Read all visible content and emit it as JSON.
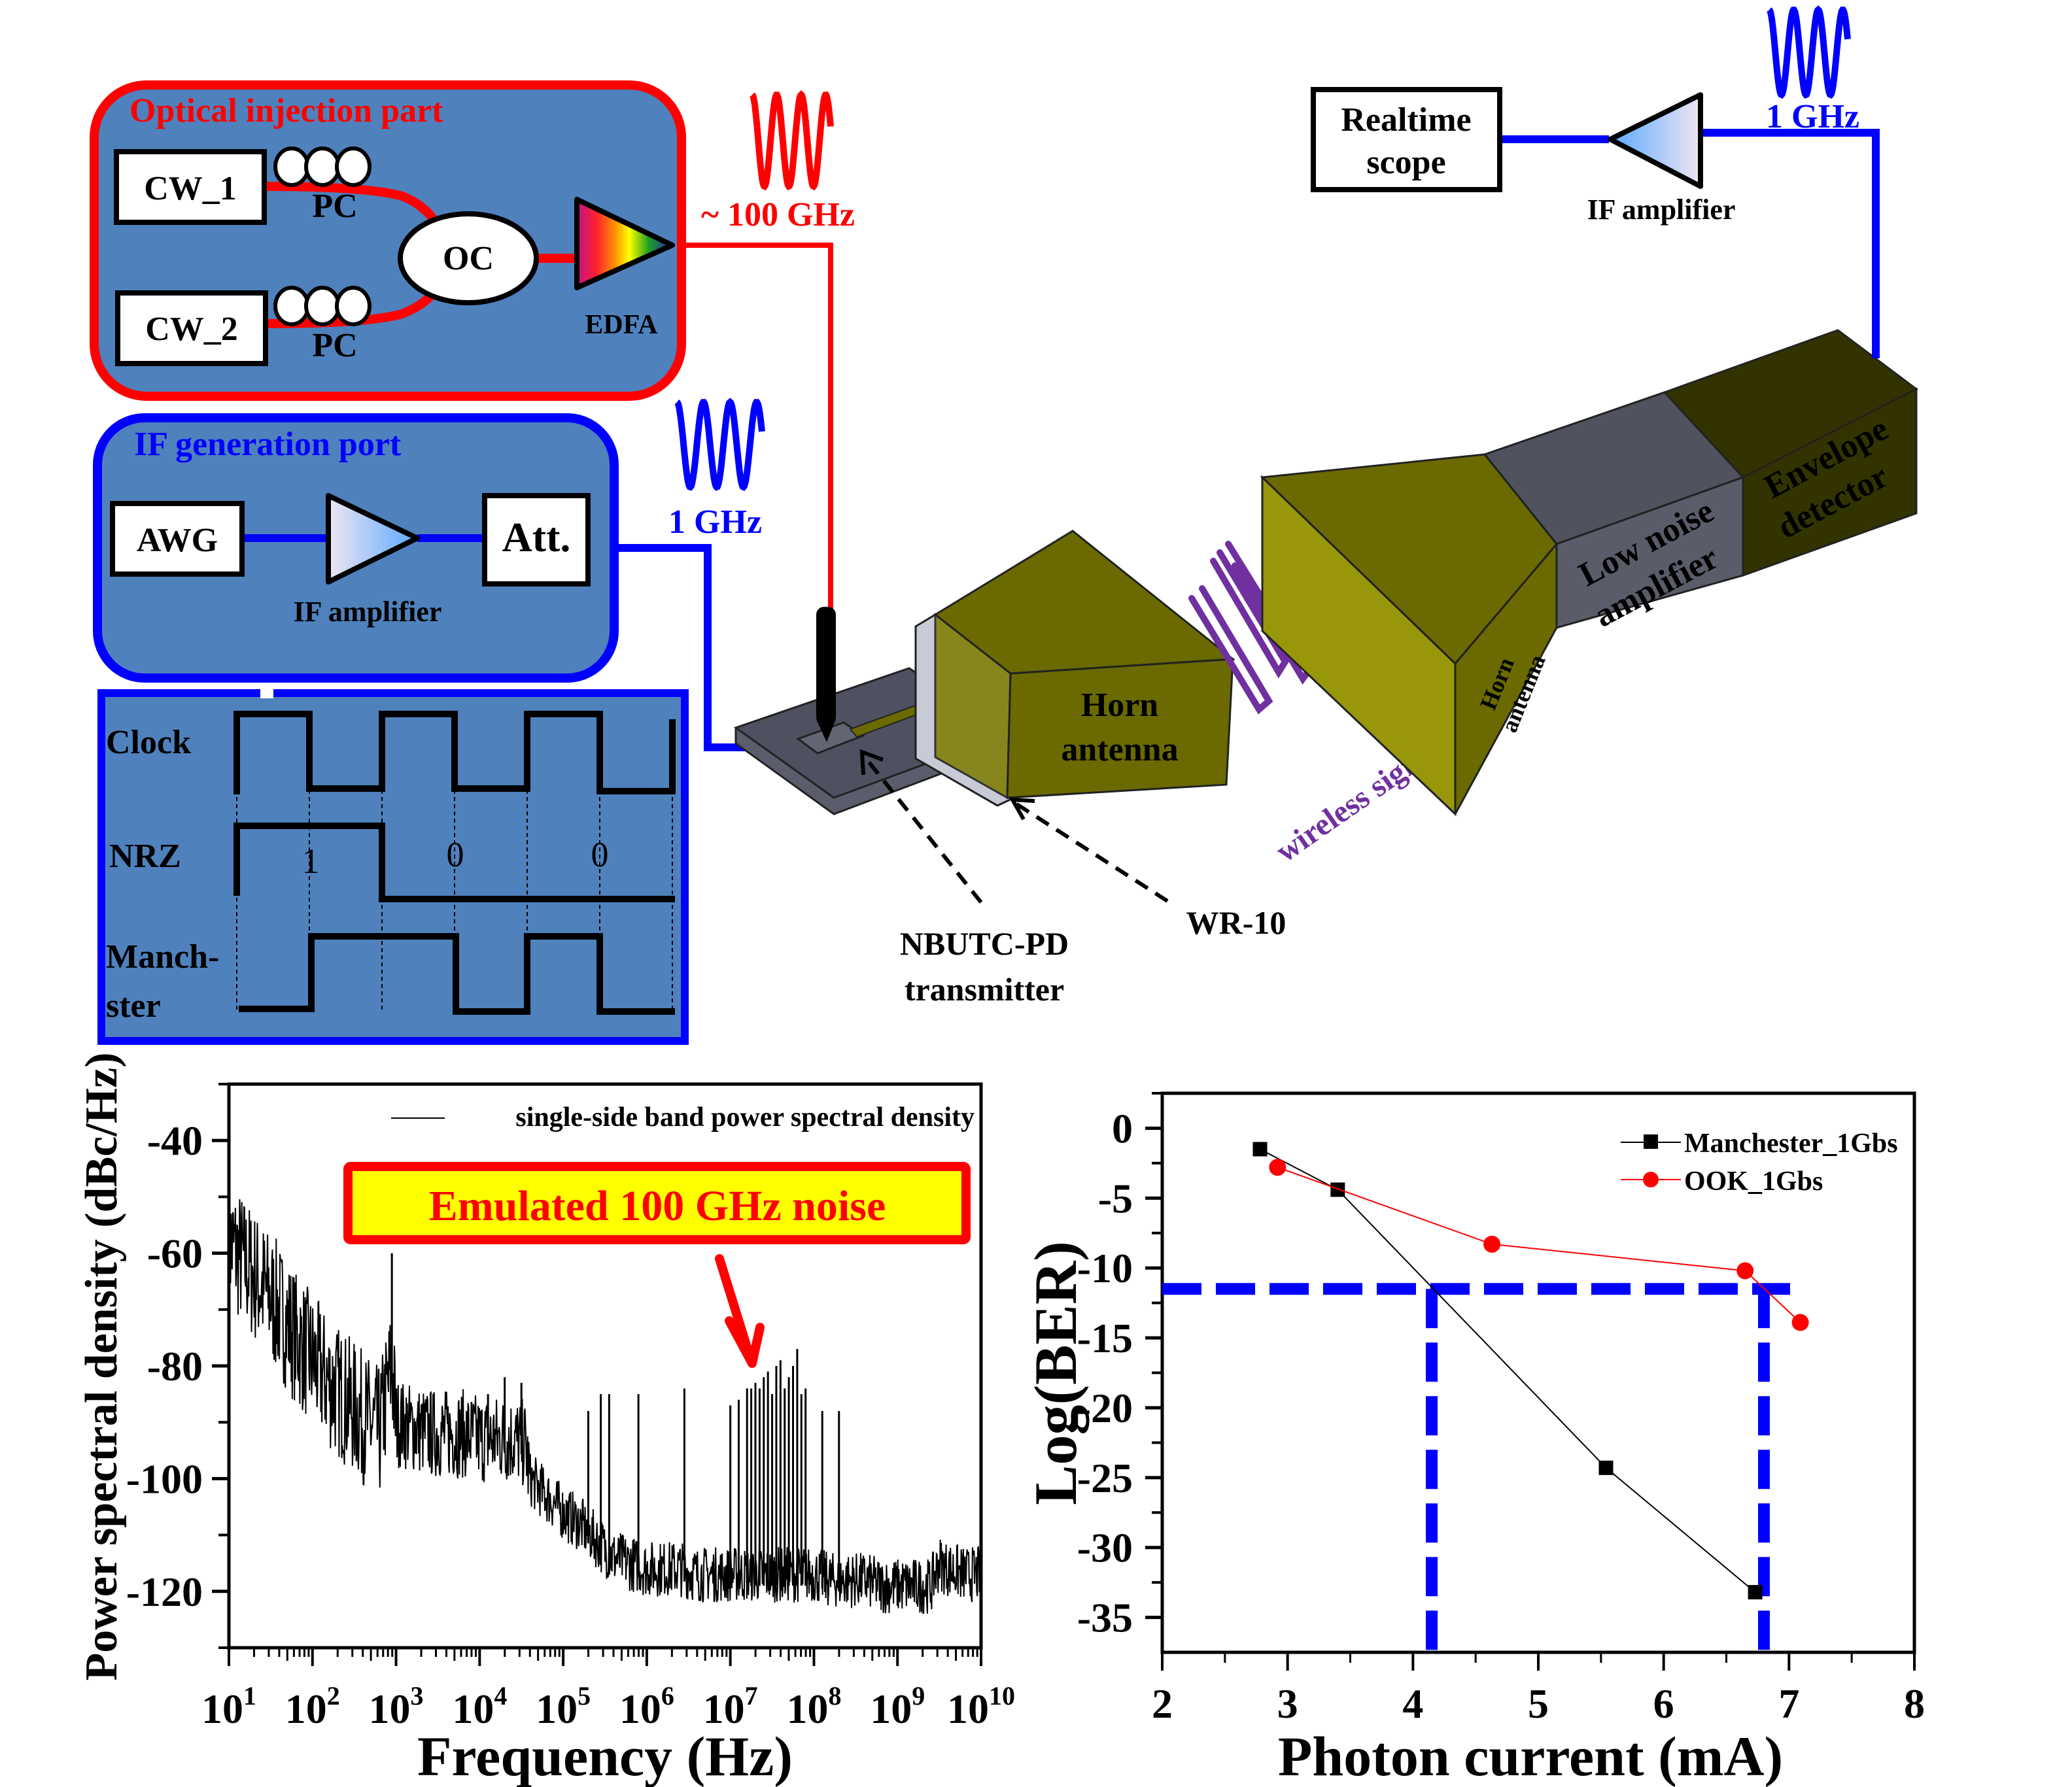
{
  "colors": {
    "panel_fill": "#4f81bd",
    "optical_border": "#ff0000",
    "if_border": "#0000ff",
    "signal_blue": "#0000ff",
    "signal_red": "#ff0000",
    "wireless_purple": "#7030a0",
    "horn_light": "#979709",
    "horn_dark": "#6a6a00",
    "horn_darker": "#333300",
    "lna_gray": "#50525e",
    "callout_fill": "#ffff00"
  },
  "diagram": {
    "optical": {
      "title": "Optical injection part",
      "cw1": "CW_1",
      "cw2": "CW_2",
      "pc1": "PC",
      "pc2": "PC",
      "oc": "OC",
      "edfa": "EDFA",
      "freq_label": "~ 100 GHz"
    },
    "if_gen": {
      "title": "IF generation port",
      "awg": "AWG",
      "amp_label": "IF amplifier",
      "att": "Att.",
      "freq_label": "1 GHz"
    },
    "waveforms": {
      "clock": "Clock",
      "nrz": "NRZ",
      "manch_1": "Manch-",
      "manch_2": "ster",
      "bits": [
        "1",
        "0",
        "0"
      ]
    },
    "transmitter": {
      "horn_1": "Horn",
      "horn_2": "antenna",
      "pd_1": "NBUTC-PD",
      "pd_2": "transmitter",
      "wr10": "WR-10",
      "wireless": "wireless signal"
    },
    "receiver": {
      "horn_1": "Horn",
      "horn_2": "antenna",
      "lna_1": "Low noise",
      "lna_2": "amplifier",
      "env_1": "Envelope",
      "env_2": "detector",
      "scope_1": "Realtime",
      "scope_2": "scope",
      "amp_label": "IF amplifier",
      "freq_label": "1 GHz"
    }
  },
  "chart_data": [
    {
      "type": "line",
      "title": "",
      "xlabel": "Frequency (Hz)",
      "ylabel": "Power spectral density (dBc/Hz)",
      "xscale": "log",
      "xlim": [
        10,
        10000000000
      ],
      "ylim": [
        -130,
        -30
      ],
      "xticks": [
        "10^1",
        "10^2",
        "10^3",
        "10^4",
        "10^5",
        "10^6",
        "10^7",
        "10^8",
        "10^9",
        "10^10"
      ],
      "xtick_base": "10",
      "xtick_exps": [
        "1",
        "2",
        "3",
        "4",
        "5",
        "6",
        "7",
        "8",
        "9",
        "10"
      ],
      "yticks": [
        "-40",
        "-60",
        "-80",
        "-100",
        "-120"
      ],
      "ytick_values": [
        -40,
        -60,
        -80,
        -100,
        -120
      ],
      "legend": "single-side band power spectral density",
      "legend_position": "top-right",
      "annotation": "Emulated 100 GHz noise",
      "series": [
        {
          "name": "single-side band power spectral density",
          "log10_x": [
            1.0,
            1.2,
            1.4,
            1.6,
            1.8,
            2.0,
            2.2,
            2.4,
            2.6,
            2.8,
            2.95,
            3.0,
            3.2,
            3.4,
            3.6,
            3.8,
            4.0,
            4.2,
            4.4,
            4.55,
            4.6,
            4.8,
            5.0,
            5.2,
            5.4,
            5.6,
            5.8,
            6.0,
            6.2,
            6.4,
            6.6,
            6.8,
            7.0,
            7.2,
            7.4,
            7.6,
            7.8,
            8.0,
            8.2,
            8.4,
            8.6,
            8.8,
            9.0,
            9.2,
            9.4,
            9.5,
            9.6,
            9.8,
            10.0
          ],
          "y_dbc": [
            -58,
            -62,
            -66,
            -70,
            -75,
            -79,
            -83,
            -86,
            -89,
            -92,
            -80,
            -90,
            -91,
            -92,
            -92,
            -92,
            -93,
            -93,
            -93,
            -94,
            -100,
            -103,
            -106,
            -108,
            -111,
            -114,
            -115,
            -116,
            -116,
            -116,
            -117,
            -117,
            -117,
            -117,
            -117,
            -117,
            -117,
            -117,
            -118,
            -118,
            -118,
            -119,
            -119,
            -119,
            -119,
            -115,
            -116,
            -117,
            -117
          ],
          "spikes_log10_x": [
            2.95,
            4.1,
            4.3,
            4.5,
            5.3,
            5.45,
            5.55,
            5.9,
            6.45,
            7.0,
            7.1,
            7.2,
            7.25,
            7.3,
            7.35,
            7.4,
            7.45,
            7.5,
            7.55,
            7.6,
            7.65,
            7.7,
            7.75,
            7.8,
            7.85,
            7.9,
            8.1,
            8.3
          ],
          "spikes_peak_dbc": [
            -60,
            -85,
            -82,
            -83,
            -88,
            -85,
            -85,
            -85,
            -84,
            -87,
            -86,
            -84,
            -84,
            -83,
            -84,
            -82,
            -81,
            -85,
            -80,
            -79,
            -84,
            -82,
            -80,
            -77,
            -85,
            -84,
            -88,
            -88
          ]
        }
      ]
    },
    {
      "type": "line",
      "title": "",
      "xlabel": "Photon current (mA)",
      "ylabel": "Log(BER)",
      "xlim": [
        2,
        8
      ],
      "ylim": [
        -37.5,
        2.5
      ],
      "xticks": [
        "2",
        "3",
        "4",
        "5",
        "6",
        "7",
        "8"
      ],
      "xtick_values": [
        2,
        3,
        4,
        5,
        6,
        7,
        8
      ],
      "yticks": [
        "0",
        "-5",
        "-10",
        "-15",
        "-20",
        "-25",
        "-30",
        "-35"
      ],
      "ytick_values": [
        0,
        -5,
        -10,
        -15,
        -20,
        -25,
        -30,
        -35
      ],
      "legend_position": "top-right",
      "series": [
        {
          "name": "Manchester_1Gbs",
          "color": "#000000",
          "marker": "square",
          "x": [
            2.78,
            3.4,
            5.54,
            6.73
          ],
          "y": [
            -1.5,
            -4.4,
            -24.3,
            -33.2
          ]
        },
        {
          "name": "OOK_1Gbs",
          "color": "#ff0000",
          "marker": "circle",
          "x": [
            2.92,
            4.63,
            6.65,
            7.09
          ],
          "y": [
            -2.8,
            -8.3,
            -10.2,
            -13.9
          ]
        }
      ],
      "threshold_lines": {
        "color": "#0000ff",
        "style": "dashed",
        "y_level": -11.5,
        "x_markers": [
          4.15,
          6.8
        ]
      }
    }
  ]
}
